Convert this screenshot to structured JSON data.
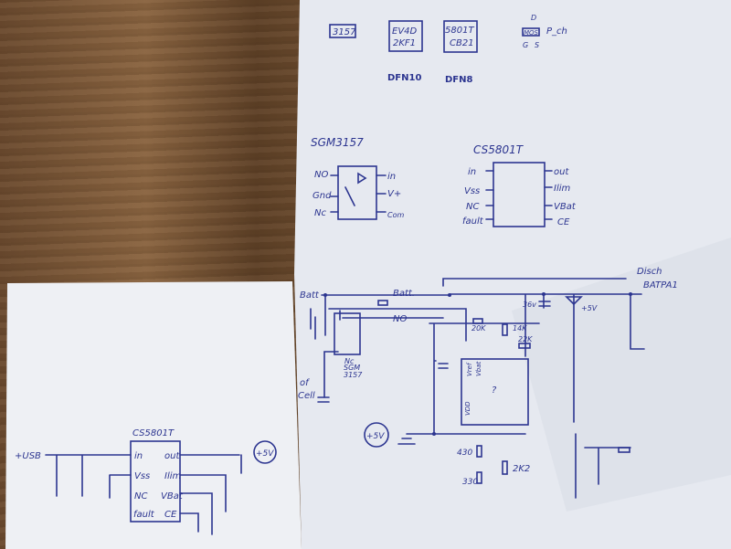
{
  "packages": {
    "chip1": "3157",
    "chip2_line1": "EV4D",
    "chip2_line2": "2KF1",
    "chip3_line1": "5801T",
    "chip3_line2": "CB21",
    "dfn10": "DFN10",
    "dfn8": "DFN8",
    "mos": "MOS",
    "pch": "P_ch",
    "d": "D",
    "g": "G",
    "s": "S"
  },
  "sgm": {
    "title": "SGM3157",
    "pins_left": [
      "NO",
      "Gnd",
      "Nc"
    ],
    "pins_right": [
      "in",
      "V+",
      "Com"
    ]
  },
  "cs_top": {
    "title": "CS5801T",
    "pins_left": [
      "in",
      "Vss",
      "NC",
      "fault"
    ],
    "pins_right": [
      "out",
      "Ilim",
      "VBat",
      "CE"
    ]
  },
  "main": {
    "batt": "Batt",
    "batt2": "Batt.",
    "no": "NO",
    "r20k": "20K",
    "r14k": "14K",
    "r22k": "22K",
    "v36": "36v",
    "plus5": "+5V",
    "disch": "Disch",
    "batpa": "BATPA1",
    "sgm_l1": "SGM",
    "sgm_l2": "3157",
    "nc": "Nc",
    "cell1": "of",
    "cell2": "Cell",
    "ic_q": "?",
    "vdd": "VDD",
    "vref": "Vref",
    "vbat": "Vbat",
    "r430": "430",
    "r330": "330",
    "r2k2": "2K2",
    "plus5_circ": "+5V"
  },
  "left": {
    "usb": "+USB",
    "title": "CS5801T",
    "in": "in",
    "out": "out",
    "vss": "Vss",
    "ilim": "Ilim",
    "nc": "NC",
    "vbat": "VBat",
    "fault": "fault",
    "ce": "CE",
    "plus5": "+5V"
  }
}
